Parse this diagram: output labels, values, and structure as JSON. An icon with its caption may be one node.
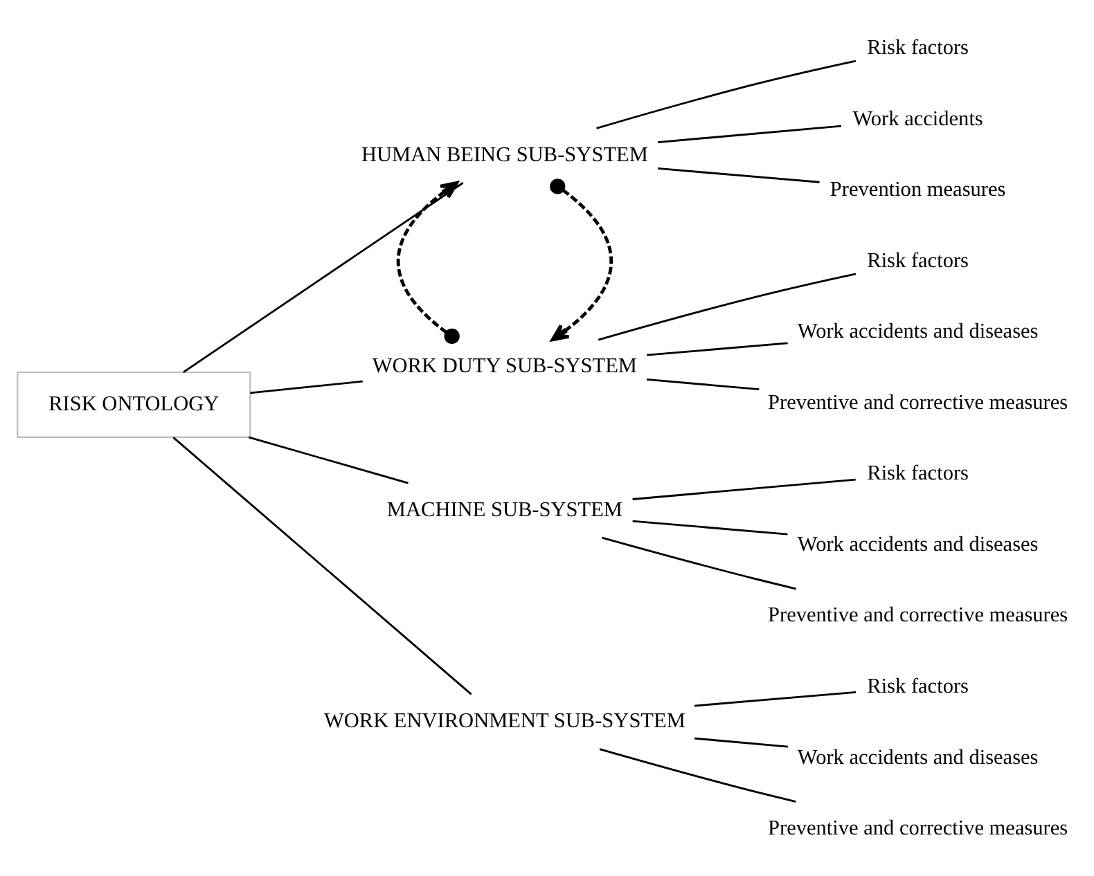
{
  "diagram": {
    "nodes": [
      {
        "text": [
          "RISK ONTOLOGY"
        ]
      },
      {
        "text": [
          "HUMAN BEING SUB-SYSTEM"
        ]
      },
      {
        "text": [
          "Risk factors"
        ]
      },
      {
        "text": [
          "Work accidents"
        ]
      },
      {
        "text": [
          "Prevention measures"
        ]
      },
      {
        "text": [
          "WORK DUTY SUB-SYSTEM"
        ]
      },
      {
        "text": [
          "Risk factors"
        ]
      },
      {
        "text": [
          "Work accidents and diseases"
        ]
      },
      {
        "text": [
          "Preventive and corrective measures"
        ]
      },
      {
        "text": [
          "MACHINE SUB-SYSTEM"
        ]
      },
      {
        "text": [
          "Risk factors"
        ]
      },
      {
        "text": [
          "Work accidents and diseases"
        ]
      },
      {
        "text": [
          "Preventive and corrective measures"
        ]
      },
      {
        "text": [
          "WORK ENVIRONMENT SUB-SYSTEM"
        ]
      },
      {
        "text": [
          "Risk factors"
        ]
      },
      {
        "text": [
          "Work accidents and diseases"
        ]
      },
      {
        "text": [
          "Preventive and corrective measures"
        ]
      }
    ],
    "edges": [
      {
        "from": 0,
        "to": 1,
        "arrow": "none"
      },
      {
        "from": 1,
        "to": 2,
        "arrow": "none"
      },
      {
        "from": 1,
        "to": 3,
        "arrow": "none"
      },
      {
        "from": 1,
        "to": 4,
        "arrow": "none"
      },
      {
        "from": 0,
        "to": 5,
        "arrow": "none"
      },
      {
        "from": 5,
        "to": 6,
        "arrow": "none"
      },
      {
        "from": 5,
        "to": 7,
        "arrow": "none"
      },
      {
        "from": 5,
        "to": 8,
        "arrow": "none"
      },
      {
        "from": 0,
        "to": 9,
        "arrow": "none"
      },
      {
        "from": 9,
        "to": 10,
        "arrow": "none"
      },
      {
        "from": 9,
        "to": 11,
        "arrow": "none"
      },
      {
        "from": 9,
        "to": 12,
        "arrow": "none"
      },
      {
        "from": 0,
        "to": 13,
        "arrow": "none"
      },
      {
        "from": 13,
        "to": 14,
        "arrow": "none"
      },
      {
        "from": 13,
        "to": 15,
        "arrow": "none"
      },
      {
        "from": 13,
        "to": 16,
        "arrow": "none"
      },
      {
        "from": 1,
        "to": 5,
        "arrow": "to",
        "style": "dashed"
      },
      {
        "from": 5,
        "to": 1,
        "arrow": "to",
        "style": "dashed"
      }
    ]
  }
}
